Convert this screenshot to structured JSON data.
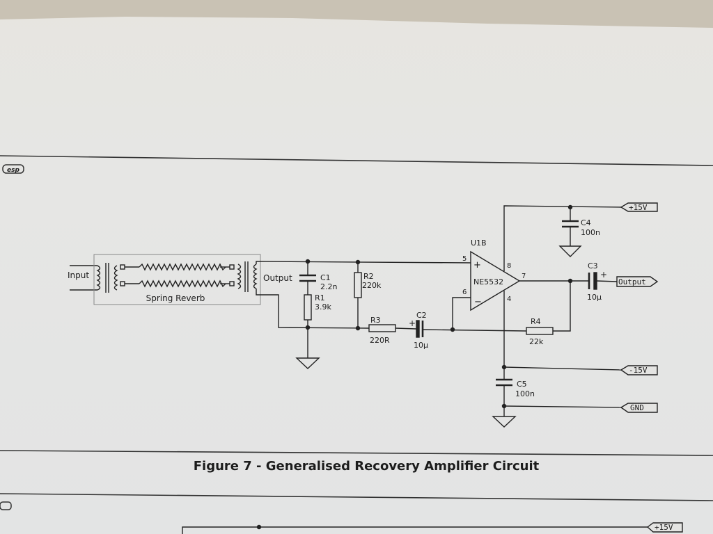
{
  "header": {
    "logo_text": "esp"
  },
  "figure": {
    "caption": "Figure 7 - Generalised Recovery Amplifier Circuit"
  },
  "schematic": {
    "input_label": "Input",
    "tank_label": "Spring Reverb",
    "tank_output_label": "Output",
    "components": {
      "C1": {
        "ref": "C1",
        "value": "2.2n"
      },
      "R1": {
        "ref": "R1",
        "value": "3.9k"
      },
      "R2": {
        "ref": "R2",
        "value": "220k"
      },
      "R3": {
        "ref": "R3",
        "value": "220R"
      },
      "C2": {
        "ref": "C2",
        "value": "10µ"
      },
      "C3": {
        "ref": "C3",
        "value": "10µ"
      },
      "C4": {
        "ref": "C4",
        "value": "100n"
      },
      "C5": {
        "ref": "C5",
        "value": "100n"
      },
      "R4": {
        "ref": "R4",
        "value": "22k"
      },
      "U1B": {
        "ref": "U1B",
        "value": "NE5532"
      }
    },
    "opamp_pins": {
      "noninv": "5",
      "inv": "6",
      "out": "7",
      "vplus": "8",
      "vminus": "4"
    },
    "opamp_signs": {
      "plus": "+",
      "minus": "−"
    },
    "cap_polarity": "+",
    "ports": {
      "pos_supply": "+15V",
      "output": "Output",
      "neg_supply": "-15V",
      "ground": "GND",
      "next_fig_supply": "+15V"
    }
  }
}
